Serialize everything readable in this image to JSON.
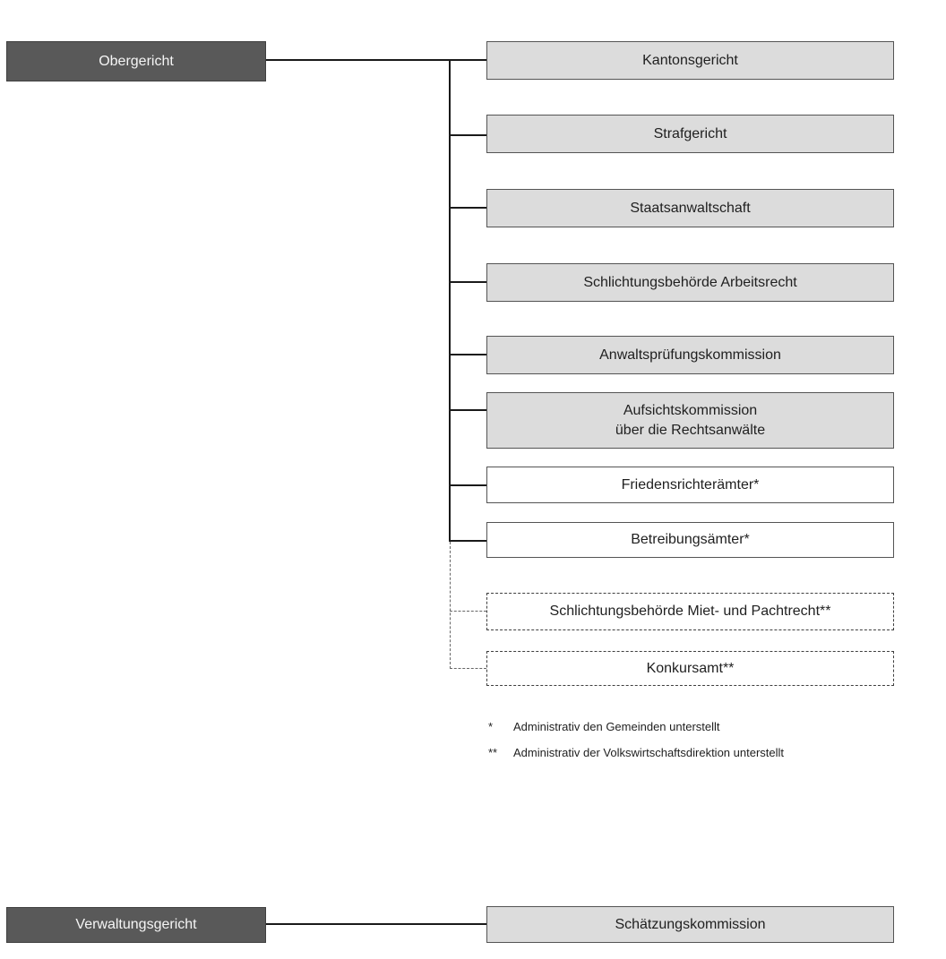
{
  "diagram": {
    "root_top": {
      "label": "Obergericht"
    },
    "branches_top": [
      {
        "label": "Kantonsgericht",
        "style": "filled"
      },
      {
        "label": "Strafgericht",
        "style": "filled"
      },
      {
        "label": "Staatsanwaltschaft",
        "style": "filled"
      },
      {
        "label": "Schlichtungsbehörde Arbeitsrecht",
        "style": "filled"
      },
      {
        "label": "Anwaltsprüfungskommission",
        "style": "filled"
      },
      {
        "label": "Aufsichtskommission\nüber die Rechtsanwälte",
        "style": "filled"
      },
      {
        "label": "Friedensrichterämter*",
        "style": "outlined"
      },
      {
        "label": "Betreibungsämter*",
        "style": "outlined"
      },
      {
        "label": "Schlichtungsbehörde Miet- und Pachtrecht**",
        "style": "dashed"
      },
      {
        "label": "Konkursamt**",
        "style": "dashed"
      }
    ],
    "footnotes": [
      {
        "marker": "*",
        "text": "Administrativ den Gemeinden unterstellt"
      },
      {
        "marker": "**",
        "text": "Administrativ der Volkswirtschaftsdirektion unterstellt"
      }
    ],
    "root_bottom": {
      "label": "Verwaltungsgericht"
    },
    "branches_bottom": [
      {
        "label": "Schätzungskommission",
        "style": "filled"
      }
    ],
    "colors": {
      "dark_box_fill": "#595959",
      "dark_box_border": "#3f3f3f",
      "light_box_fill": "#dcdcdc",
      "box_border": "#545454",
      "solid_line": "#1a1a1a",
      "dashed_line": "#666666"
    }
  }
}
